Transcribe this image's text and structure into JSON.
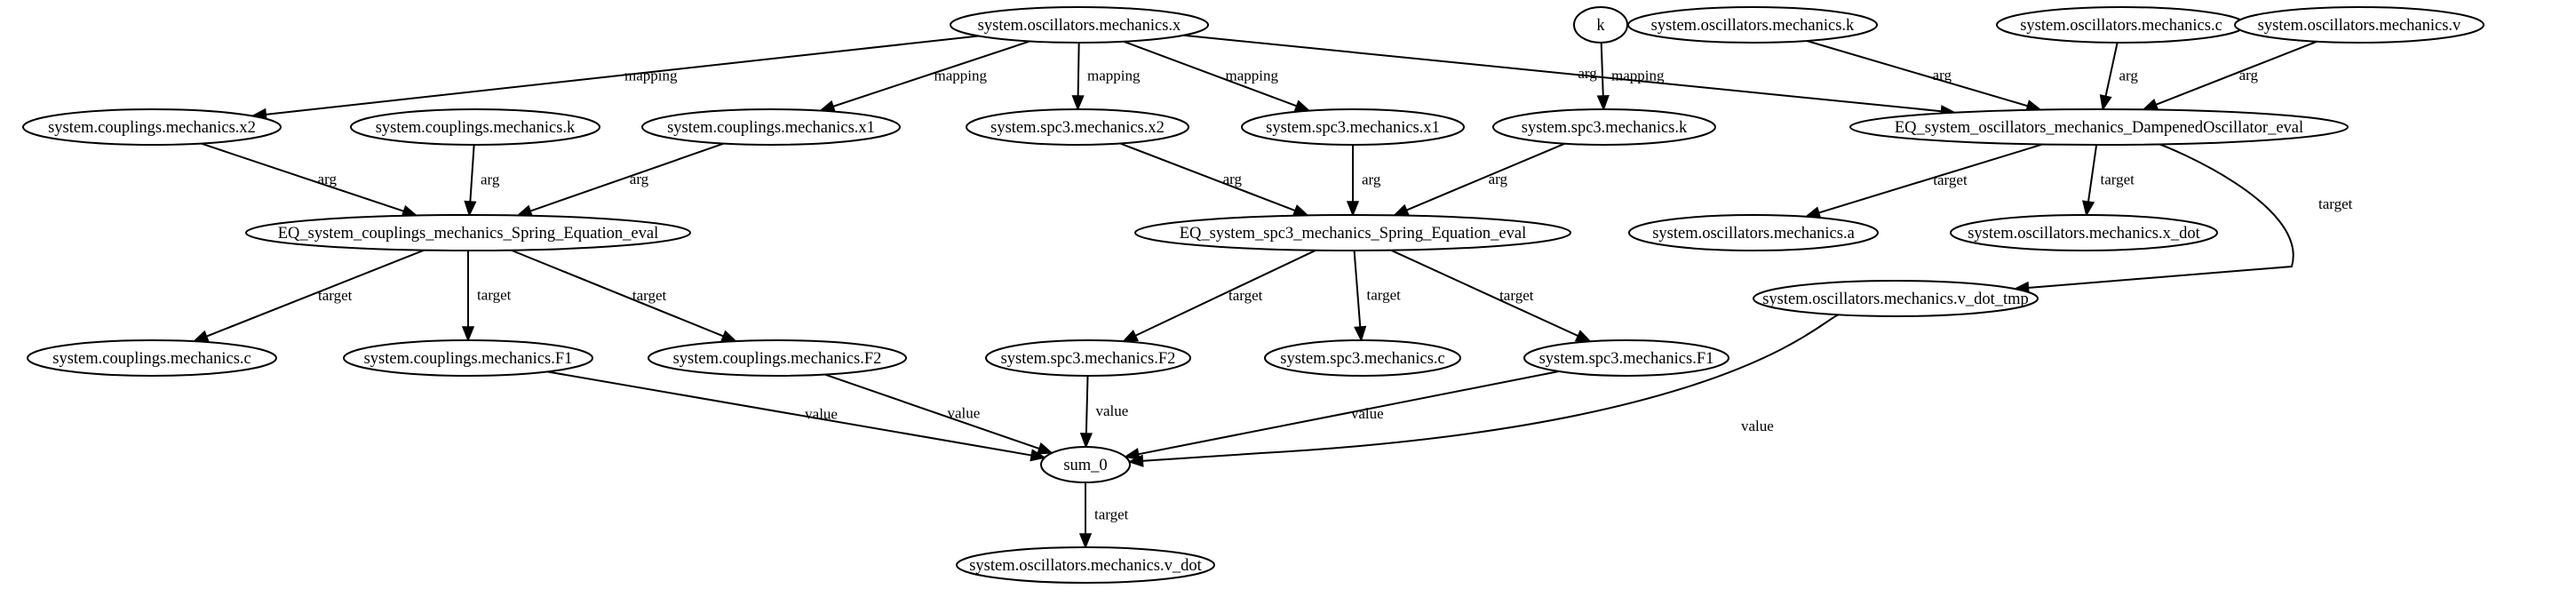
{
  "graph": {
    "nodes": [
      {
        "id": "osc_x",
        "label": "system.oscillators.mechanics.x"
      },
      {
        "id": "k",
        "label": "k"
      },
      {
        "id": "osc_k",
        "label": "system.oscillators.mechanics.k"
      },
      {
        "id": "osc_c",
        "label": "system.oscillators.mechanics.c"
      },
      {
        "id": "osc_v",
        "label": "system.oscillators.mechanics.v"
      },
      {
        "id": "coup_x2",
        "label": "system.couplings.mechanics.x2"
      },
      {
        "id": "coup_k",
        "label": "system.couplings.mechanics.k"
      },
      {
        "id": "coup_x1",
        "label": "system.couplings.mechanics.x1"
      },
      {
        "id": "spc3_x2",
        "label": "system.spc3.mechanics.x2"
      },
      {
        "id": "spc3_x1",
        "label": "system.spc3.mechanics.x1"
      },
      {
        "id": "spc3_k",
        "label": "system.spc3.mechanics.k"
      },
      {
        "id": "eq_damped",
        "label": "EQ_system_oscillators_mechanics_DampenedOscillator_eval"
      },
      {
        "id": "eq_coup",
        "label": "EQ_system_couplings_mechanics_Spring_Equation_eval"
      },
      {
        "id": "eq_spc3",
        "label": "EQ_system_spc3_mechanics_Spring_Equation_eval"
      },
      {
        "id": "osc_a",
        "label": "system.oscillators.mechanics.a"
      },
      {
        "id": "osc_xdot",
        "label": "system.oscillators.mechanics.x_dot"
      },
      {
        "id": "osc_vdottmp",
        "label": "system.oscillators.mechanics.v_dot_tmp"
      },
      {
        "id": "coup_c",
        "label": "system.couplings.mechanics.c"
      },
      {
        "id": "coup_f1",
        "label": "system.couplings.mechanics.F1"
      },
      {
        "id": "coup_f2",
        "label": "system.couplings.mechanics.F2"
      },
      {
        "id": "spc3_f2",
        "label": "system.spc3.mechanics.F2"
      },
      {
        "id": "spc3_c",
        "label": "system.spc3.mechanics.c"
      },
      {
        "id": "spc3_f1",
        "label": "system.spc3.mechanics.F1"
      },
      {
        "id": "sum_0",
        "label": "sum_0"
      },
      {
        "id": "osc_vdot",
        "label": "system.oscillators.mechanics.v_dot"
      }
    ],
    "edges": [
      {
        "from": "osc_x",
        "to": "coup_x2",
        "label": "mapping"
      },
      {
        "from": "osc_x",
        "to": "coup_x1",
        "label": "mapping"
      },
      {
        "from": "osc_x",
        "to": "spc3_x2",
        "label": "mapping"
      },
      {
        "from": "osc_x",
        "to": "spc3_x1",
        "label": "mapping"
      },
      {
        "from": "osc_x",
        "to": "eq_damped",
        "label": "arg"
      },
      {
        "from": "k",
        "to": "spc3_k",
        "label": "mapping"
      },
      {
        "from": "osc_k",
        "to": "eq_damped",
        "label": "arg"
      },
      {
        "from": "osc_c",
        "to": "eq_damped",
        "label": "arg"
      },
      {
        "from": "osc_v",
        "to": "eq_damped",
        "label": "arg"
      },
      {
        "from": "coup_x2",
        "to": "eq_coup",
        "label": "arg"
      },
      {
        "from": "coup_k",
        "to": "eq_coup",
        "label": "arg"
      },
      {
        "from": "coup_x1",
        "to": "eq_coup",
        "label": "arg"
      },
      {
        "from": "spc3_x2",
        "to": "eq_spc3",
        "label": "arg"
      },
      {
        "from": "spc3_x1",
        "to": "eq_spc3",
        "label": "arg"
      },
      {
        "from": "spc3_k",
        "to": "eq_spc3",
        "label": "arg"
      },
      {
        "from": "eq_damped",
        "to": "osc_a",
        "label": "target"
      },
      {
        "from": "eq_damped",
        "to": "osc_xdot",
        "label": "target"
      },
      {
        "from": "eq_damped",
        "to": "osc_vdottmp",
        "label": "target"
      },
      {
        "from": "eq_coup",
        "to": "coup_c",
        "label": "target"
      },
      {
        "from": "eq_coup",
        "to": "coup_f1",
        "label": "target"
      },
      {
        "from": "eq_coup",
        "to": "coup_f2",
        "label": "target"
      },
      {
        "from": "eq_spc3",
        "to": "spc3_f2",
        "label": "target"
      },
      {
        "from": "eq_spc3",
        "to": "spc3_c",
        "label": "target"
      },
      {
        "from": "eq_spc3",
        "to": "spc3_f1",
        "label": "target"
      },
      {
        "from": "coup_f1",
        "to": "sum_0",
        "label": "value"
      },
      {
        "from": "coup_f2",
        "to": "sum_0",
        "label": "value"
      },
      {
        "from": "spc3_f2",
        "to": "sum_0",
        "label": "value"
      },
      {
        "from": "spc3_f1",
        "to": "sum_0",
        "label": "value"
      },
      {
        "from": "osc_vdottmp",
        "to": "sum_0",
        "label": "value"
      },
      {
        "from": "sum_0",
        "to": "osc_vdot",
        "label": "target"
      }
    ]
  }
}
